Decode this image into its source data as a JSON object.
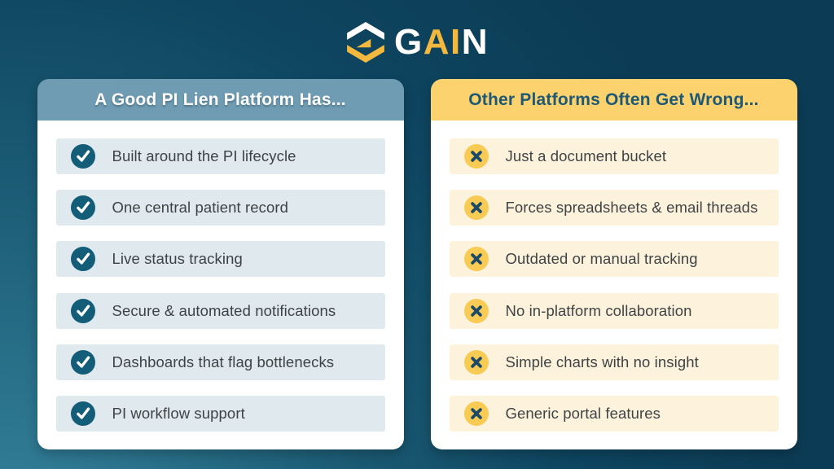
{
  "logo": {
    "icon": "gain-hexagon-icon",
    "g": "G",
    "ai": "AI",
    "n": "N"
  },
  "left_panel": {
    "title": "A Good PI Lien Platform Has...",
    "icon": "check-icon",
    "items": [
      "Built around the PI lifecycle",
      "One central patient record",
      "Live status tracking",
      "Secure & automated notifications",
      "Dashboards that flag bottlenecks",
      "PI workflow support"
    ]
  },
  "right_panel": {
    "title": "Other Platforms Often Get Wrong...",
    "icon": "x-icon",
    "items": [
      "Just a document bucket",
      "Forces spreadsheets & email threads",
      "Outdated or manual tracking",
      "No in-platform collaboration",
      "Simple charts with no insight",
      "Generic portal features"
    ]
  },
  "colors": {
    "background_dark": "#0c3c55",
    "background_light": "#35839c",
    "left_header_bg": "#6f9cb2",
    "right_header_bg": "#fbd26d",
    "right_header_text": "#1d5875",
    "left_row_bg": "#dfe9ee",
    "right_row_bg": "#fdf3dc",
    "check_circle": "#145d78",
    "x_circle": "#f7cb54",
    "x_glyph": "#1c4a66",
    "logo_gold": "#f2b93e",
    "row_text": "#3f4345"
  }
}
